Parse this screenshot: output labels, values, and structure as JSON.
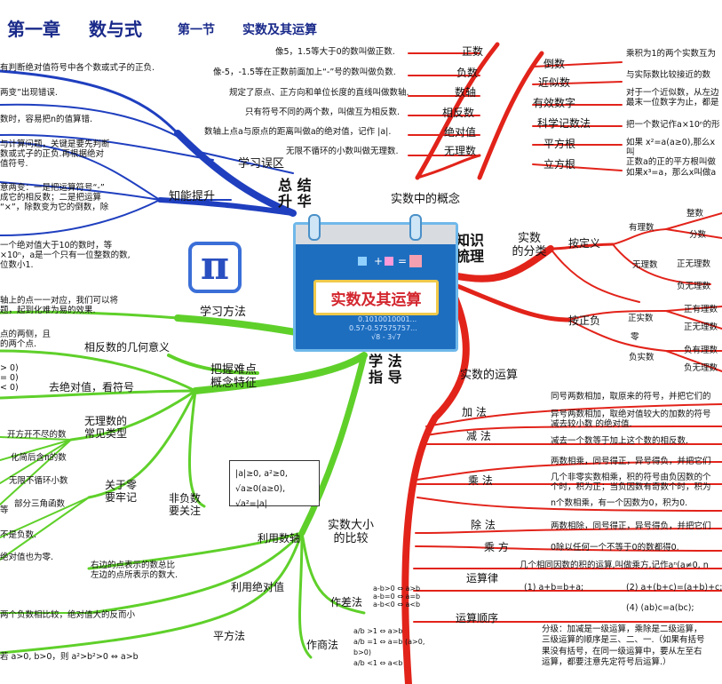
{
  "header": {
    "chapter": "第一章",
    "subject": "数与式",
    "section": "第一节",
    "section_title": "实数及其运算"
  },
  "center": {
    "title": "实数及其运算",
    "formula_1": "0.1010010001...",
    "formula_2": "0.57-0.57575757...",
    "formula_3": "√8 - 3√7"
  },
  "hubs": {
    "review": "总 结\n升 华",
    "concepts": "实数中的概念",
    "classify": "知识\n梳理",
    "method": "学 法\n指 导"
  },
  "concepts": {
    "items": [
      "正数",
      "负数",
      "数轴",
      "相反数",
      "绝对值",
      "无理数"
    ],
    "notes": [
      "像5，1.5等大于0的数叫做正数.",
      "像-5，-1.5等在正数前面加上“-”号的数叫做负数.",
      "规定了原点、正方向和单位长度的直线叫做数轴.",
      "只有符号不同的两个数，叫做互为相反数.",
      "数轴上点a与原点的距离叫做a的绝对值，记作 |a|.",
      "无限不循环的小数叫做无理数."
    ],
    "items2": [
      "倒数",
      "近似数",
      "有效数字",
      "科学记数法",
      "平方根",
      "立方根"
    ],
    "notes2": [
      "乘积为1的两个实数互为",
      "与实际数比较接近的数",
      "对于一个近似数，从左边\n最末一位数字为止，都是",
      "把一个数记作a×10ⁿ的形",
      "如果 x²=a(a≥0),那么x叫\n正数a的正的平方根叫做",
      "如果x³=a，那么x叫做a"
    ]
  },
  "classify": {
    "branch": "实数\n的分类",
    "by_def": "按定义",
    "rational": "有理数",
    "integer": "整数",
    "fraction": "分数",
    "irrational": "无理数",
    "pos_irr": "正无理数",
    "neg_irr": "负无理数",
    "by_sign": "按正负",
    "pos_real": "正实数",
    "pos_rat": "正有理数",
    "pos_irr2": "正无理数",
    "zero": "零",
    "neg_real": "负实数",
    "neg_rat": "负有理数",
    "neg_irr2": "负无理数"
  },
  "ops": {
    "branch": "实数的运算",
    "add": "加  法",
    "add_n1": "同号两数相加，取原来的符号，并把它们的",
    "add_n2": "异号两数相加，取绝对值较大的加数的符号\n减去较小数 的绝对值.",
    "sub": "减  法",
    "sub_n": "减去一个数等于加上这个数的相反数.",
    "mul": "乘  法",
    "mul_n1": "两数相乘，同号得正，异号得负，并把它们",
    "mul_n2": "几个非零实数相乘，积的符号由负因数的个\n个时，积为正；当负因数有奇数个时，积为",
    "mul_n3": "n个数相乘，有一个因数为0，积为0.",
    "div": "除  法",
    "div_n1": "两数相除，同号得正，异号得负，并把它们",
    "div_n2": "0除以任何一个不等于0的数都得0.",
    "pow": "乘  方",
    "pow_n": "几个相同因数的积的运算,叫做乘方,记作aⁿ(a≠0,  n",
    "law": "运算律",
    "law_1": "(1) a+b=b+a;",
    "law_2": "(2) a+(b+c)=(a+b)+c;",
    "law_4": "(4) (ab)c=a(bc);",
    "order": "运算顺序",
    "order_n": "分级：加减是一级运算，乘除是二级运算，\n三级运算的顺序是三、二、一.（如果有括号\n果没有括号，在同一级运算中，要从左至右\n运算，都要注意先定符号后运算.）"
  },
  "review": {
    "mistakes": "学习误区",
    "improve": "知能提升",
    "m1": "有判断绝对值符号中各个数或式子的正负.",
    "m2": "两变”出现错误.",
    "m3": "数时，容易把n的值算错.",
    "m4": "与计算问题，关键是要先判断\n数或式子的正负.再根据绝对\n值符号.",
    "m5": "意两变：一是把运算符号“-”\n成它的相反数；二是把运算\n“×”，除数变为它的倒数，除",
    "m6": "一个绝对值大于10的数时，等\n×10ⁿ，a是一个只有一位整数的数,\n位数小1."
  },
  "method": {
    "learn": "学习方法",
    "learn_n": "轴上的点一一对应，我们可以将\n题，起到化难为易的效果.",
    "grasp": "把握难点\n概念特征",
    "opp_geo": "相反数的几何意义",
    "opp_geo_n": "点的两侧，且\n的两个点.",
    "abs": "去绝对值，看符号",
    "abs_n": "> 0)\n= 0)\n< 0)",
    "irr_types": "无理数的\n常见类型",
    "it1": "开方开不尽的数",
    "it2": "化简后含π的数",
    "it3": "无限不循环小数",
    "it4": "部分三角函数",
    "it_pre": "等",
    "zero": "关于零\n要牢记",
    "z1": "不是负数.",
    "z2": "绝对值也为零.",
    "nonneg": "非负数\n要关注",
    "nonneg_box": "|a|≥0, a²≥0,\n√a≥0(a≥0), √a²=|a|",
    "compare": "实数大小\n的比较",
    "axis": "利用数轴",
    "axis_n": "右边的点表示的数总比\n左边的点所表示的数大.",
    "absuse": "利用绝对值",
    "absuse_n": "两个负数相比较，绝对值大的反而小",
    "square": "平方法",
    "square_n": "若 a>0, b>0，则 a²>b²>0 ⇔ a>b",
    "diff": "作差法",
    "diff_n": "a-b>0 ⇔ a>b\na-b=0 ⇔ a=b\na-b<0 ⇔ a<b",
    "quot": "作商法",
    "quot_n": "a/b >1 ⇔ a>b\na/b =1 ⇔ a=b  (a>0, b>0)\na/b <1 ⇔ a<b"
  },
  "colors": {
    "red": "#e2231a",
    "blue": "#1f3fbf",
    "green": "#5fd02a",
    "title": "#1a2a8a"
  }
}
